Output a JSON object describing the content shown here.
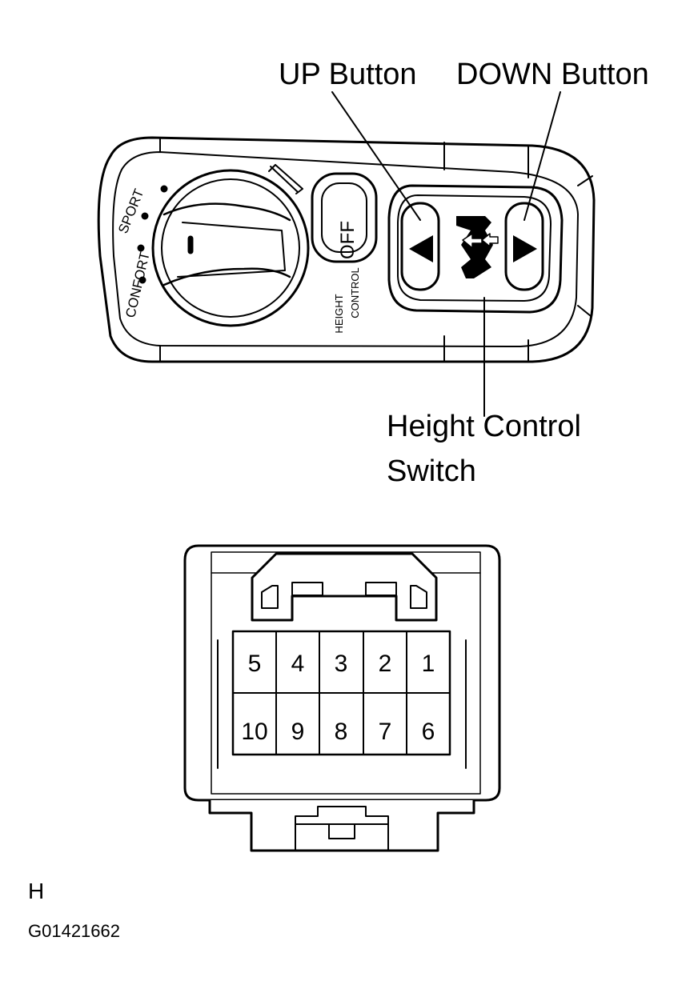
{
  "labels": {
    "up_button": "UP Button",
    "down_button": "DOWN Button",
    "height_control_switch_line1": "Height Control",
    "height_control_switch_line2": "Switch",
    "footer_letter": "H",
    "figure_code": "G01421662"
  },
  "switch_panel": {
    "mode_left": "CONFORT",
    "mode_right": "SPORT",
    "off_button": "OFF",
    "height_label_line1": "HEIGHT",
    "height_label_line2": "CONTROL"
  },
  "connector": {
    "top_row": [
      "5",
      "4",
      "3",
      "2",
      "1"
    ],
    "bottom_row": [
      "10",
      "9",
      "8",
      "7",
      "6"
    ]
  }
}
